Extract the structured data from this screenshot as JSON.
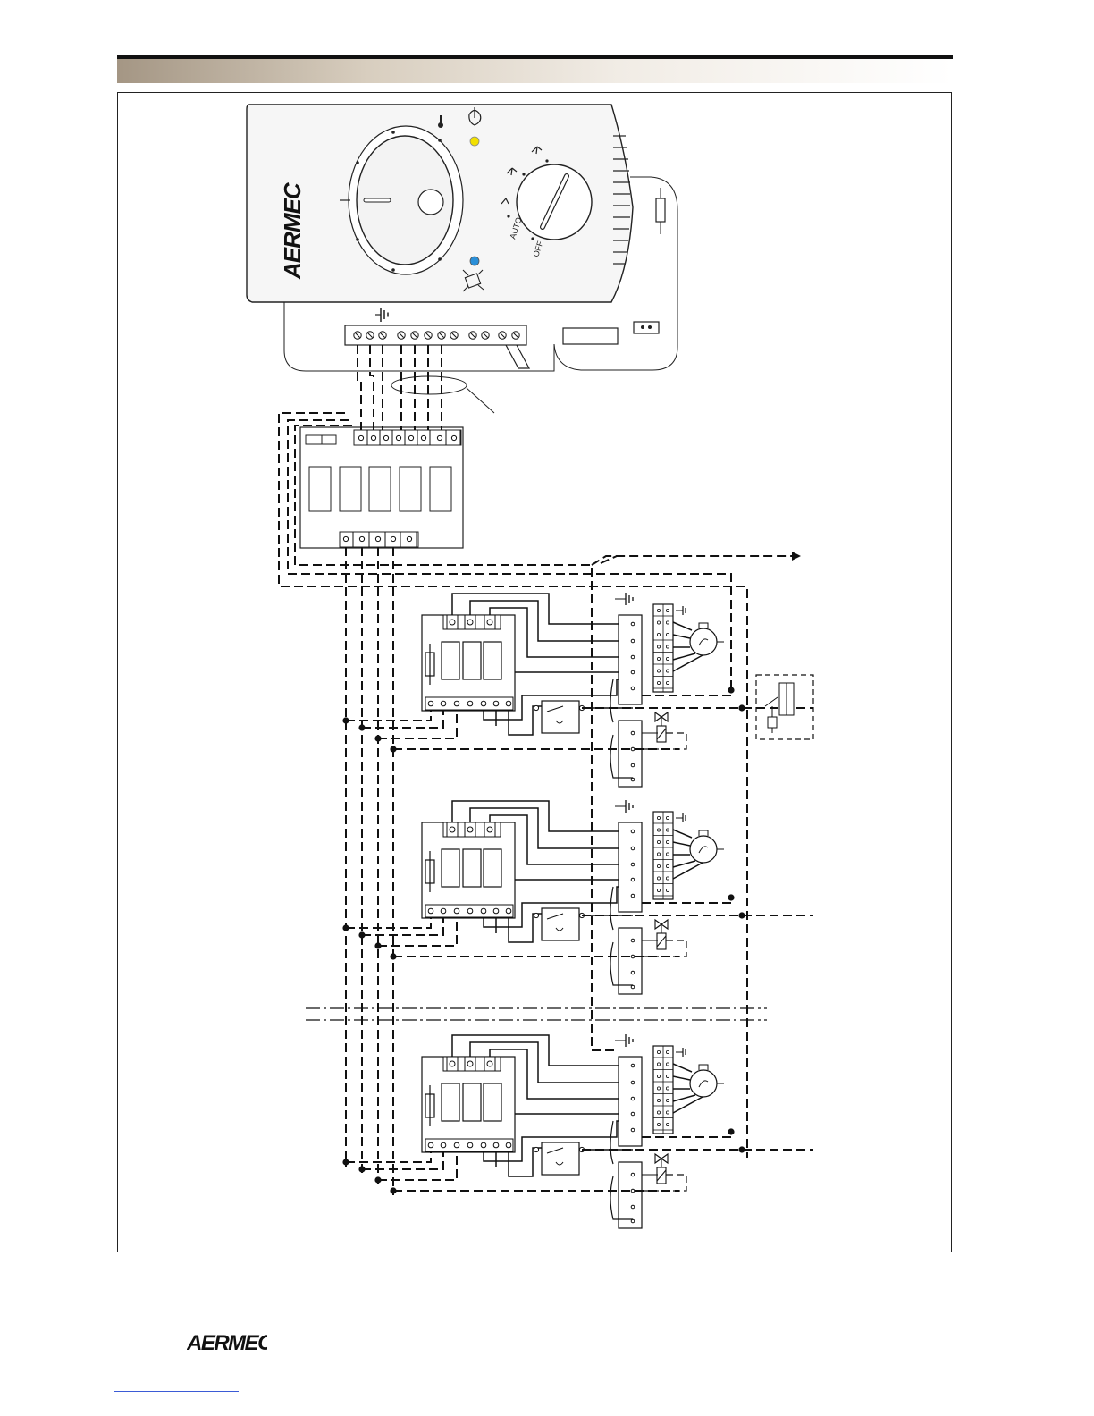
{
  "brand": "AERMEC",
  "thermostat": {
    "fan_labels": [
      "AUTO",
      "OFF"
    ]
  },
  "colors": {
    "header_dark": "#111111",
    "indicator_heat": "#f2e000",
    "indicator_cool": "#2a8fd8",
    "line": "#111111"
  },
  "icons": {
    "thermometer": "thermometer-icon",
    "sun": "sun-icon",
    "snowflake": "snowflake-icon",
    "fan": "fan-icon",
    "ground": "ground-icon",
    "motor": "motor-icon",
    "valve": "valve-icon",
    "float_switch": "float-switch-icon"
  }
}
